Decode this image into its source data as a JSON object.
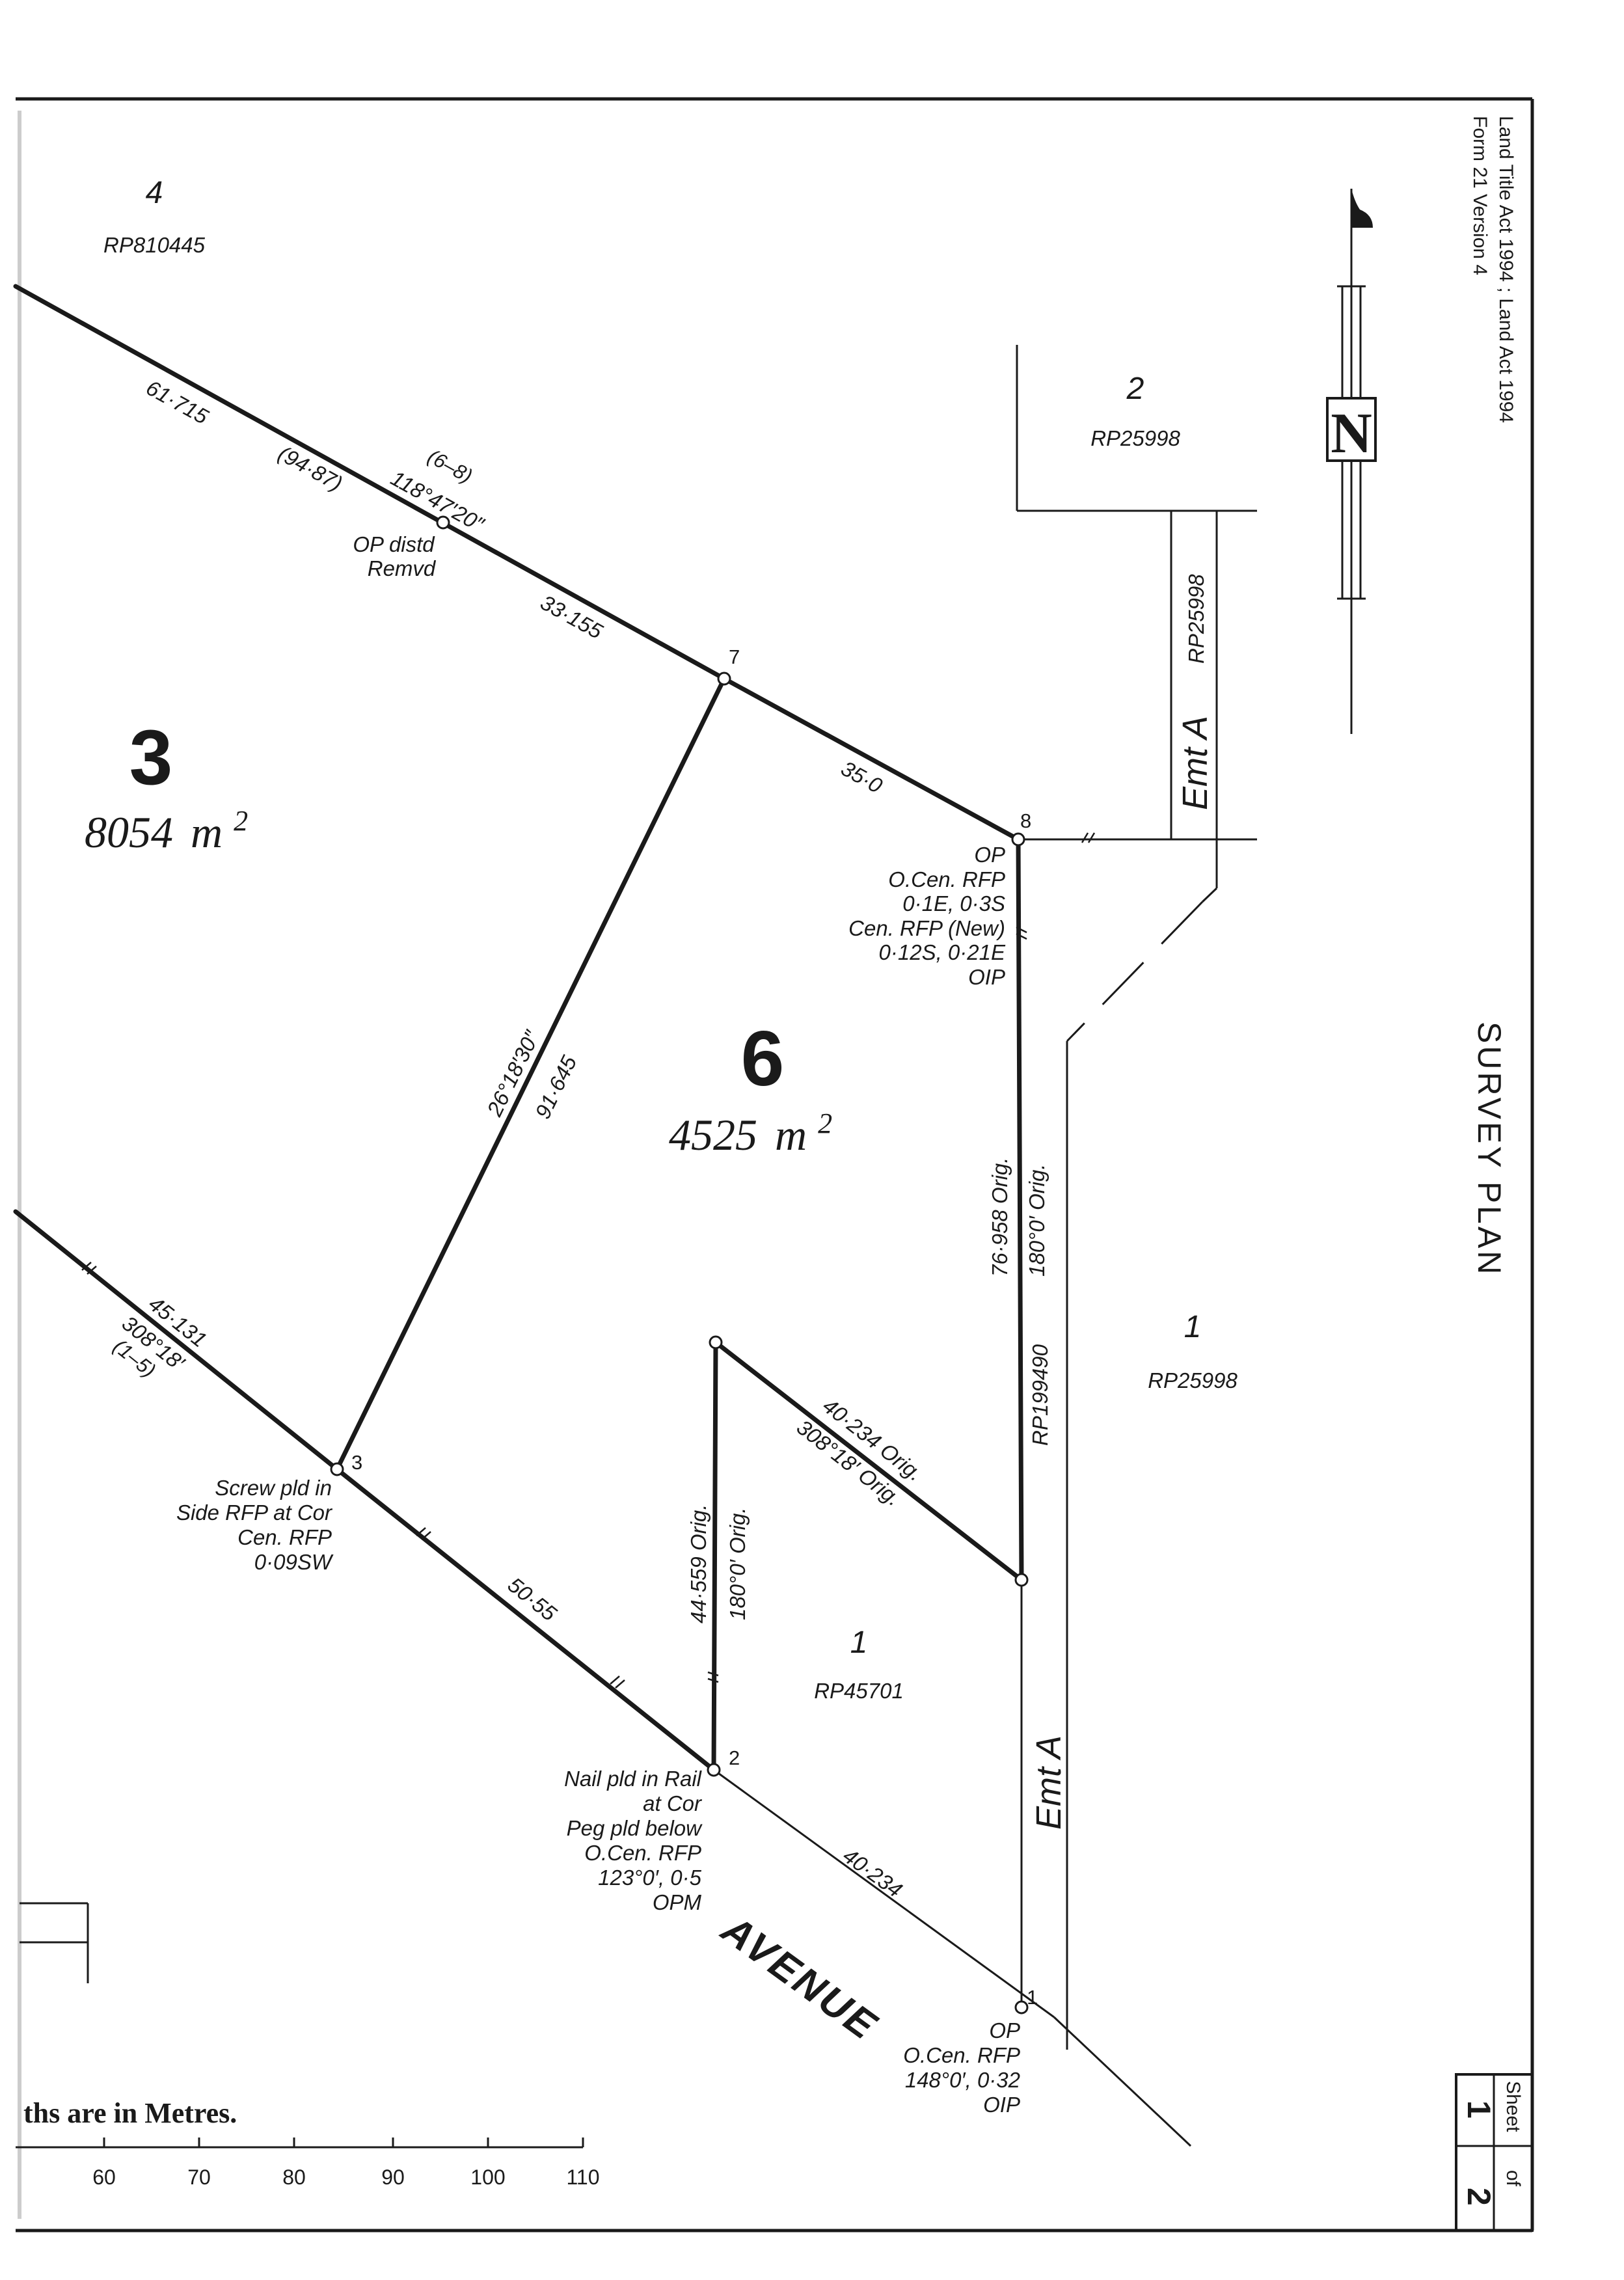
{
  "header": {
    "acts": "Land Title Act 1994 ;  Land Act 1994",
    "form": "Form 21 Version 4",
    "title": "SURVEY  PLAN",
    "sheet_label": "Sheet",
    "sheet_number": "1",
    "of_label": "of",
    "sheet_total": "2"
  },
  "north_arrow": {
    "letter": "N"
  },
  "lots": {
    "lot3": {
      "number": "3",
      "area": "8054",
      "unit": "m",
      "exp": "2"
    },
    "lot6": {
      "number": "6",
      "area": "4525",
      "unit": "m",
      "exp": "2"
    }
  },
  "parcels": {
    "p4": {
      "number": "4",
      "plan": "RP810445"
    },
    "p2": {
      "number": "2",
      "plan": "RP25998"
    },
    "p1_east": {
      "number": "1",
      "plan": "RP25998"
    },
    "p1_south": {
      "number": "1",
      "plan": "RP45701"
    }
  },
  "easements": {
    "north": {
      "name": "Emt A",
      "plan": "RP25998"
    },
    "south": {
      "name": "Emt A"
    },
    "plan_along": "RP199490"
  },
  "stations": {
    "s1": "1",
    "s2": "2",
    "s3": "3",
    "s7": "7",
    "s8": "8"
  },
  "boundary_labels": {
    "b61": "61·715",
    "b94": "(94·87)",
    "b118": "118°47′20″",
    "b68": "(6–8)",
    "b33": "33·155",
    "b35": "35·0",
    "b2618": "26°18′30″",
    "b91": "91·645",
    "b45": "45·131",
    "b308": "308°18′",
    "b15": "(1–5)",
    "b5055": "50·55",
    "b40a": "40·234",
    "b40orig": "40·234 Orig.",
    "b308orig": "308°18′ Orig.",
    "b44": "44·559 Orig.",
    "b180a": "180°0′ Orig.",
    "b76": "76·958 Orig.",
    "b180b": "180°0′ Orig."
  },
  "notes": {
    "op_distd": [
      "OP distd",
      "Remvd"
    ],
    "stn8": [
      "OP",
      "O.Cen. RFP",
      "0·1E, 0·3S",
      "Cen. RFP (New)",
      "0·12S, 0·21E",
      "OIP"
    ],
    "stn3": [
      "Screw pld in",
      "Side RFP at Cor",
      "Cen. RFP",
      "0·09SW"
    ],
    "stn2": [
      "Nail pld in Rail",
      "at Cor",
      "Peg pld below",
      "O.Cen. RFP",
      "123°0′, 0·5",
      "OPM"
    ],
    "stn1": [
      "OP",
      "O.Cen. RFP",
      "148°0′, 0·32",
      "OIP"
    ]
  },
  "road_name": "AVENUE",
  "scale": {
    "caption": "ths  are  in  Metres.",
    "ticks": [
      "60",
      "70",
      "80",
      "90",
      "100",
      "110"
    ]
  }
}
